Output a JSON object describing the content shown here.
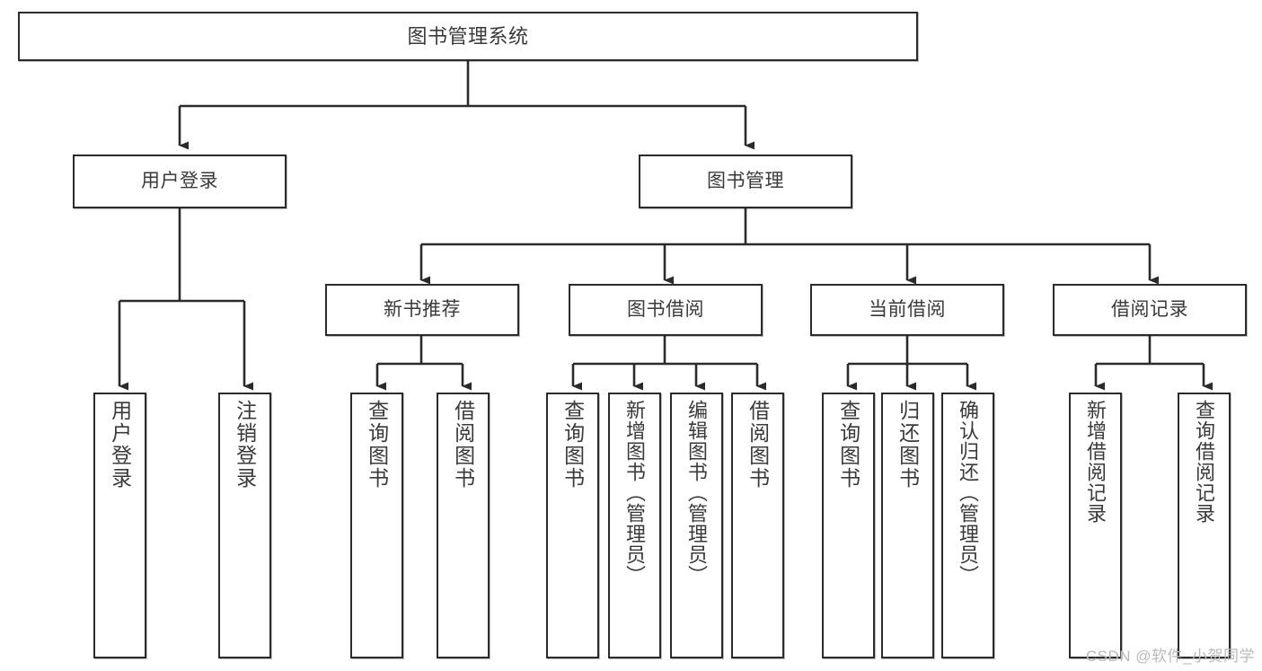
{
  "diagram": {
    "title": "图书管理系统",
    "watermark": "CSDN @软件_小贺同学",
    "stroke_color": "#2b2b2b",
    "text_color": "#3a3a3a",
    "background_color": "#ffffff",
    "root": {
      "label": "图书管理系统"
    },
    "level2": [
      {
        "label": "用户登录"
      },
      {
        "label": "图书管理"
      }
    ],
    "level3": [
      {
        "label": "新书推荐"
      },
      {
        "label": "图书借阅"
      },
      {
        "label": "当前借阅"
      },
      {
        "label": "借阅记录"
      }
    ],
    "leaves": {
      "user_login": [
        {
          "label": "用户登录"
        },
        {
          "label": "注销登录"
        }
      ],
      "new_book_recommend": [
        {
          "label": "查询图书"
        },
        {
          "label": "借阅图书"
        }
      ],
      "book_borrow": [
        {
          "label": "查询图书"
        },
        {
          "label": "新增图书（管理员）"
        },
        {
          "label": "编辑图书（管理员）"
        },
        {
          "label": "借阅图书"
        }
      ],
      "current_borrow": [
        {
          "label": "查询图书"
        },
        {
          "label": "归还图书"
        },
        {
          "label": "确认归还（管理员）"
        }
      ],
      "borrow_records": [
        {
          "label": "新增借阅记录"
        },
        {
          "label": "查询借阅记录"
        }
      ]
    }
  }
}
